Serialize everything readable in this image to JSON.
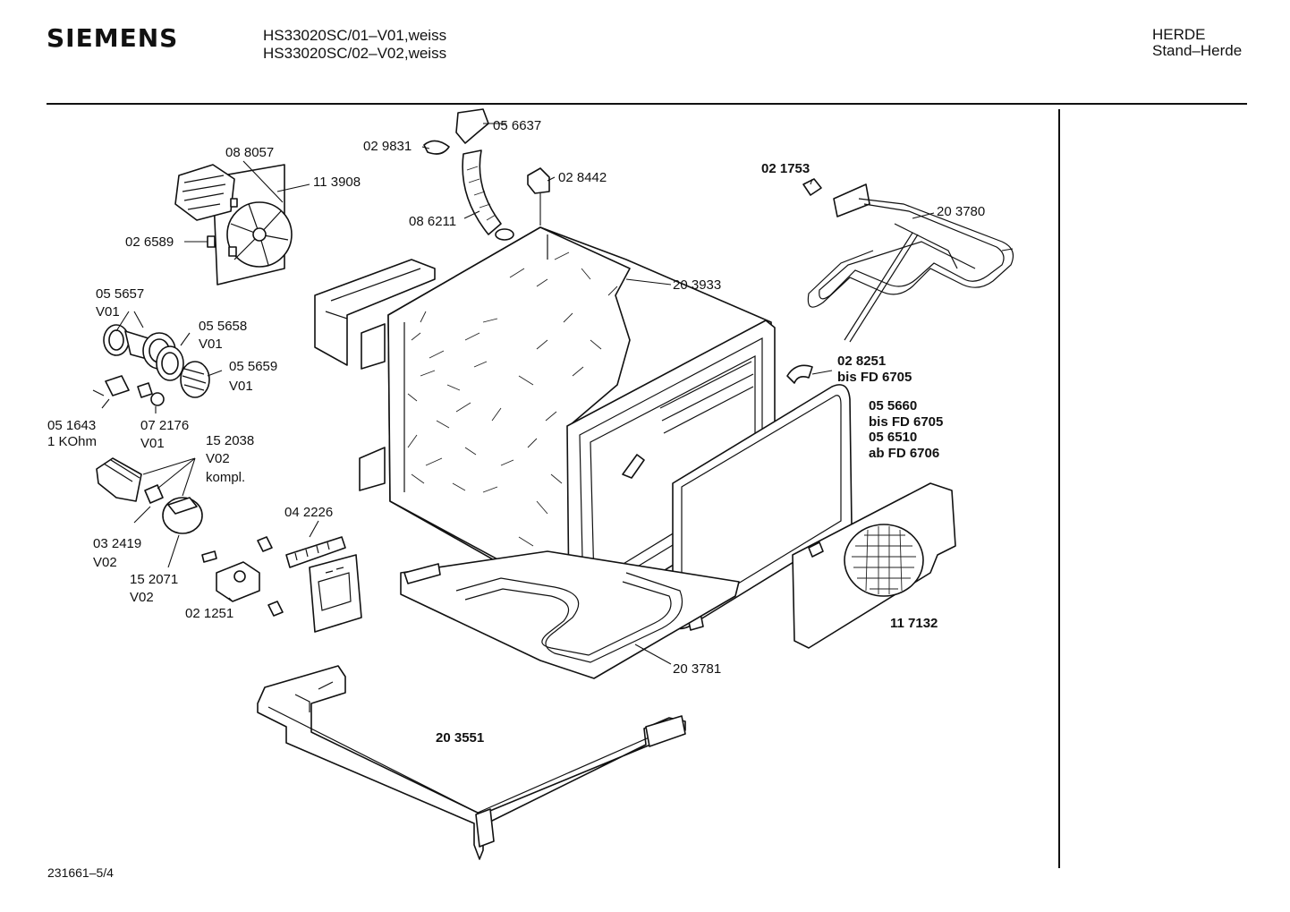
{
  "header": {
    "brand": "SIEMENS",
    "models": [
      "HS33020SC/01–V01,weiss",
      "HS33020SC/02–V02,weiss"
    ],
    "category": [
      "HERDE",
      "Stand–Herde"
    ]
  },
  "footer": {
    "doc_number": "231661–5/4"
  },
  "labels": {
    "p088057": "08 8057",
    "p113908": "11 3908",
    "p026589": "02 6589",
    "p029831": "02 9831",
    "p056637": "05 6637",
    "p028442": "02 8442",
    "p086211": "08 6211",
    "p021753": "02 1753",
    "p203780": "20 3780",
    "p203933": "20 3933",
    "p055657": "05 5657",
    "p055657v": "V01",
    "p055658": "05 5658",
    "p055658v": "V01",
    "p055659": "05 5659",
    "p055659v": "V01",
    "p051643": "05 1643",
    "p051643r": "1 KOhm",
    "p072176": "07 2176",
    "p072176v": "V01",
    "p152038": "15 2038",
    "p152038v": "V02",
    "p152038k": "kompl.",
    "p028251": "02 8251",
    "p028251b": "bis FD 6705",
    "p055660": "05 5660",
    "p055660b": "bis FD 6705",
    "p056510": "05 6510",
    "p056510a": "ab FD 6706",
    "p042226": "04 2226",
    "p032419": "03 2419",
    "p032419v": "V02",
    "p152071": "15 2071",
    "p152071v": "V02",
    "p021251": "02 1251",
    "p117132": "11 7132",
    "p203781": "20 3781",
    "p203551": "20 3551"
  }
}
